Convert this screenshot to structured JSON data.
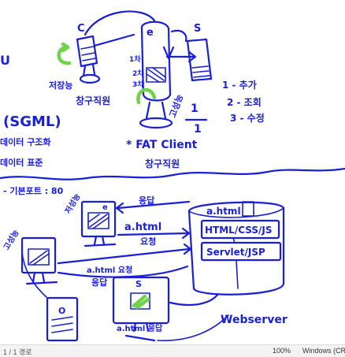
{
  "canvas": {
    "top": {
      "node_c": "C",
      "node_e": "e",
      "node_s": "S",
      "pos_1": "1차",
      "pos_2": "2차",
      "pos_3": "3차",
      "save_left": "저장능",
      "client_left": "창구직원",
      "save_mid": "고성능",
      "fraction_num": "1",
      "fraction_den": "1",
      "list_1": "1 - 추가",
      "list_2": "2 - 조회",
      "list_3": "3 - 수정",
      "fat_client": "* FAT Client",
      "client_mid": "창구직원",
      "sgml": "(SGML)",
      "data_struct": "데이터 구조화",
      "data_std": "데이터 표준",
      "left_u": "U"
    },
    "bottom": {
      "port": "- 기본포트 : 80",
      "save_low": "저성능",
      "high_perf": "고성능",
      "node_e": "e",
      "node_s": "S",
      "node_o": "O",
      "ahtml_1": "a.html",
      "request": "요청",
      "response_1": "응답",
      "ahtml_req2": "a.html 요청",
      "response_2": "응답",
      "ahtml_resp": "a.html 응답",
      "server_file": "a.html",
      "server_tech1": "HTML/CSS/JS",
      "server_tech2": "Servlet/JSP",
      "webserver": "Webserver"
    }
  },
  "status": {
    "left": "1 / 1 경로",
    "zoom": "100%",
    "language": "Windows (CRLF)"
  },
  "colors": {
    "ink": "#1a1fd6",
    "green": "#6fd34a"
  }
}
